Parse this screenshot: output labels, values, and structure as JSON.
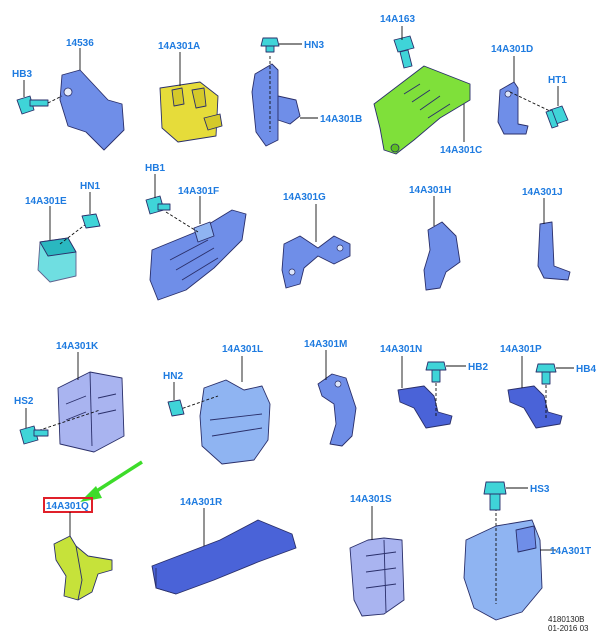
{
  "labels": {
    "p14536": "14536",
    "hb3": "HB3",
    "p14a301a": "14A301A",
    "hn3": "HN3",
    "p14a301b": "14A301B",
    "p14a163": "14A163",
    "p14a301c": "14A301C",
    "p14a301d": "14A301D",
    "ht1": "HT1",
    "p14a301e": "14A301E",
    "hn1": "HN1",
    "hb1": "HB1",
    "p14a301f": "14A301F",
    "p14a301g": "14A301G",
    "p14a301h": "14A301H",
    "p14a301j": "14A301J",
    "p14a301k": "14A301K",
    "hs2": "HS2",
    "hn2": "HN2",
    "p14a301l": "14A301L",
    "p14a301m": "14A301M",
    "p14a301n": "14A301N",
    "hb2": "HB2",
    "p14a301p": "14A301P",
    "hb4": "HB4",
    "p14a301q": "14A301Q",
    "p14a301r": "14A301R",
    "p14a301s": "14A301S",
    "hs3": "HS3",
    "p14a301t": "14A301T"
  },
  "footer": {
    "ref_number": "4180130B",
    "date": "01-2016 03"
  },
  "colors": {
    "blue_part": "#6f8ee8",
    "light_blue_part": "#8fb4f2",
    "cyan_fastener": "#3fd4d8",
    "yellow_part": "#e6dc3a",
    "green_part": "#7fe03a",
    "yellow_green_part": "#c6e23a",
    "lavender_part": "#a9b4f0",
    "highlight_box": "#e0202a",
    "pointer_arrow": "#3ddc2a",
    "label_text": "#1e7be0"
  }
}
